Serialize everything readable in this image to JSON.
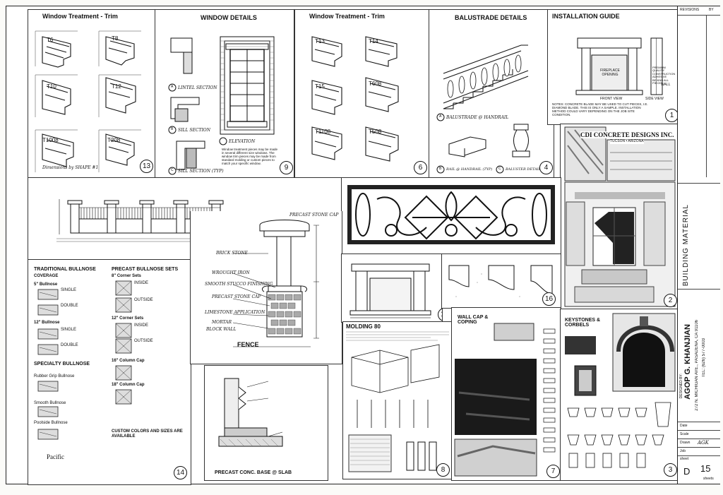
{
  "panels": {
    "p13": {
      "title": "Window Treatment - Trim",
      "number": "13",
      "labels": [
        "T6",
        "T8",
        "T10",
        "T12",
        "T1008",
        "T208"
      ],
      "footer": "Dimensions by SHAPE #1"
    },
    "p9": {
      "title": "WINDOW DETAILS",
      "number": "9",
      "labels": [
        "A",
        "LINTEL SECTION",
        "B",
        "SILL SECTION",
        "C",
        "SILL SECTION (TYP)",
        "ELEVATION"
      ],
      "note": "Window treatment pieces may be made in several different size windows. The window trim pieces may be made from standard molding or custom pieces to match your specific window."
    },
    "p6": {
      "title": "Window Treatment - Trim",
      "number": "6",
      "labels": [
        "T13",
        "T14",
        "T15",
        "T608",
        "T1108",
        "T508"
      ]
    },
    "p4": {
      "title": "BALUSTRADE DETAILS",
      "number": "4",
      "labels": [
        "A",
        "BALUSTRADE @ HANDRAIL",
        "B",
        "RAIL @ HANDRAIL (TYP)",
        "C",
        "BALUSTER DETAIL"
      ]
    },
    "p1": {
      "title": "INSTALLATION GUIDE",
      "number": "1",
      "labels": [
        "FRONT VIEW",
        "SIDE VIEW",
        "FIREPLACE OPENING",
        "PREMIUM QUALITY CONSTRUCTION ADHESIVE BEHIND ALL PIECES",
        "WALL"
      ],
      "notes": "NOTES: CONCRETE BLADE MAY BE USED TO CUT PIECES, I.E. DIAMOND BLADE. THIS IS ONLY A SAMPLE. INSTALLATION METHOD COULD VARY DEPENDING ON THE JOB SITE CONDITION."
    },
    "p2": {
      "number": "2",
      "brand": "CDI CONCRETE DESIGNS INC.",
      "location": "TUCSON • ARIZONA"
    },
    "fence": {
      "title": "FENCE",
      "labels": [
        "PRECAST STONE CAP",
        "BRICK STONE",
        "WROUGHT IRON",
        "SMOOTH STUCCO FINISHING",
        "PRECAST STONE CAP",
        "LIMESTONE APPLICATION",
        "MORTAR",
        "BLOCK WALL"
      ]
    },
    "p14": {
      "number": "14",
      "left_heading": "TRADITIONAL BULLNOSE",
      "coverage": "COVERAGE",
      "left_items": [
        "5\" Bullnose",
        "SINGLE",
        "DOUBLE",
        "12\" Bullnose",
        "SINGLE",
        "DOUBLE"
      ],
      "specialty_heading": "SPECIALTY BULLNOSE",
      "specialty_items": [
        "Rubber Grip Bullnose",
        "Smooth Bullnose",
        "Poolside Bullnose"
      ],
      "right_heading": "PRECAST BULLNOSE SETS",
      "right_items": [
        "8\" Corner Sets",
        "INSIDE",
        "OUTSIDE",
        "12\" Corner Sets",
        "INSIDE",
        "OUTSIDE",
        "16\" Column Cap",
        "18\" Column Cap"
      ],
      "custom_heading": "CUSTOM COLORS AND SIZES ARE AVAILABLE",
      "brand": "Pacific"
    },
    "p15": {
      "number": "15"
    },
    "p16": {
      "number": "16"
    },
    "slab": {
      "title": "PRECAST CONC. BASE @ SLAB"
    },
    "p8": {
      "number": "8",
      "title": "MOLDING 80"
    },
    "p7": {
      "number": "7",
      "title": "WALL CAP & COPING"
    },
    "p3": {
      "number": "3",
      "title": "KEYSTONES & CORBELS"
    }
  },
  "title_block": {
    "revisions_label": "REVISIONS",
    "by_label": "BY",
    "material": "BUILDING MATERIAL",
    "designed_by_label": "DESIGNED BY:",
    "designer": "AGOP G. KHANJIAN",
    "address": "272 N. MICHIGAN AVE., PASADENA, CA 91106",
    "tel": "TEL: (626) 577-0003",
    "rows": [
      "Date",
      "Scale",
      "Drawn",
      "Job"
    ],
    "drawn_value": "AGK",
    "sheet_label": "sheet",
    "sheet_letter": "D",
    "sheet_number": "15",
    "sheets_label": "sheets"
  }
}
